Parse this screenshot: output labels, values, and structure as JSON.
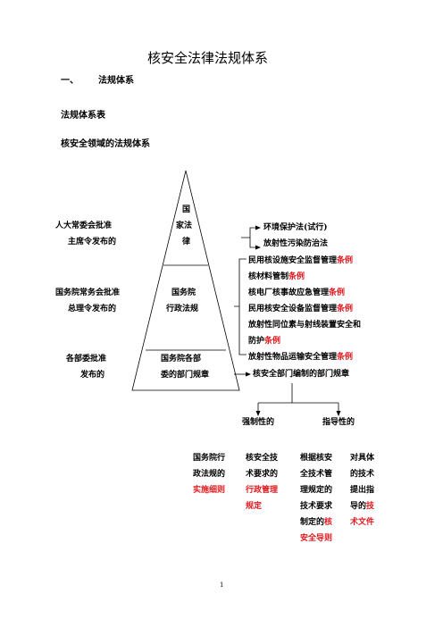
{
  "title": "核安全法律法规体系",
  "section": {
    "num": "一、",
    "label": "法规体系"
  },
  "subtitle1": "法规体系表",
  "subtitle2": "核安全领域的法规体系",
  "pyramid": {
    "top": [
      "国",
      "家法",
      "律"
    ],
    "mid": [
      "国务院",
      "行政法规"
    ],
    "bottom": [
      "国务院各部",
      "委的部门规章"
    ]
  },
  "left": {
    "row1": [
      "人大常委会批准",
      "主席令发布的"
    ],
    "row2": [
      "国务院常务会批准",
      "总理令发布的"
    ],
    "row3": [
      "各部委批准",
      "发布的"
    ]
  },
  "laws": [
    "环境保护法(试行)",
    "放射性污染防治法"
  ],
  "regs": [
    [
      "民用核设施安全监督管理",
      "条例"
    ],
    [
      "核材料管制",
      "条例"
    ],
    [
      "核电厂核事故应急管理",
      "条例"
    ],
    [
      "民用核安全设备监督管理",
      "条例"
    ],
    [
      "放射性同位素与射线装置安全和",
      ""
    ],
    [
      "防护",
      "条例"
    ],
    [
      "放射性物品运输安全管理",
      "条例"
    ]
  ],
  "rules": "核安全部门编制的部门规章",
  "branches": {
    "mandatory": "强制性的",
    "guiding": "指导性的"
  },
  "cols": {
    "c1": [
      [
        "国务院行",
        ""
      ],
      [
        "政法规的",
        ""
      ],
      [
        "",
        "实施细则"
      ]
    ],
    "c2": [
      [
        "核安全技",
        ""
      ],
      [
        "术要求的",
        ""
      ],
      [
        "",
        "行政管理"
      ],
      [
        "",
        "规定"
      ]
    ],
    "c3": [
      [
        "根据核安",
        ""
      ],
      [
        "全技术管",
        ""
      ],
      [
        "理规定的",
        ""
      ],
      [
        "技术要求",
        ""
      ],
      [
        "制定的",
        "核"
      ],
      [
        "",
        "安全导则"
      ]
    ],
    "c4": [
      [
        "对具体",
        ""
      ],
      [
        "的技术",
        ""
      ],
      [
        "提出指",
        ""
      ],
      [
        "导的",
        "技"
      ],
      [
        "",
        "术文件"
      ]
    ]
  },
  "page_number": "1",
  "colors": {
    "highlight": "#e0191e",
    "text": "#000000"
  }
}
